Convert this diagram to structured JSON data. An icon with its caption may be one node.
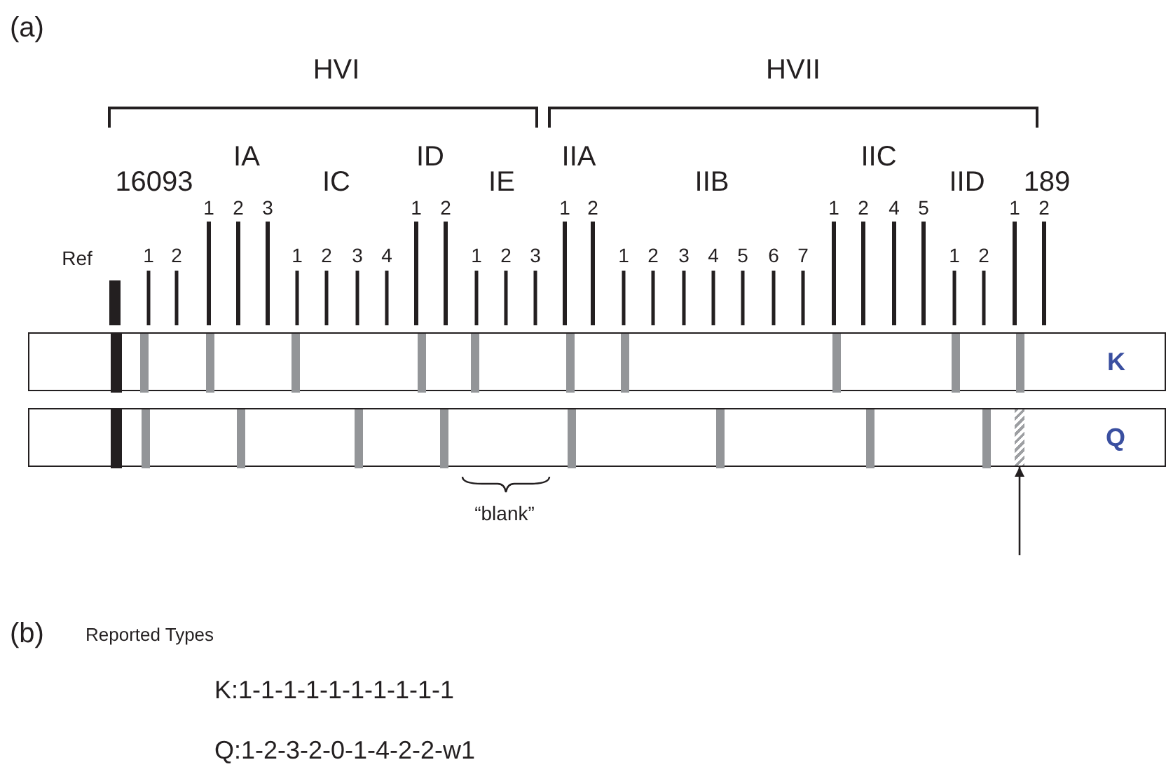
{
  "diagram": {
    "nodes": [
      {
        "text": [
          "K"
        ]
      },
      {
        "text": [
          "Q"
        ]
      },
      {
        "text": [],
        "shape": "bar",
        "in": 1
      }
    ],
    "edges": [
      {
        "from": null,
        "to": 2,
        "arrow": "to"
      }
    ],
    "labels": [
      "(a)",
      "HVI",
      "HVII",
      "16093",
      "IA",
      "IC",
      "ID",
      "IE",
      "IIA",
      "IIB",
      "IIC",
      "IID",
      "189",
      "1",
      "2",
      "3",
      "1",
      "2",
      "1",
      "2",
      "1",
      "2",
      "4",
      "5",
      "1",
      "2",
      "Ref",
      "1",
      "2",
      "1",
      "2",
      "3",
      "4",
      "1",
      "2",
      "3",
      "1",
      "2",
      "3",
      "4",
      "5",
      "6",
      "7",
      "1",
      "2",
      "“blank”",
      "(b)",
      "Reported Types",
      "K:1-1-1-1-1-1-1-1-1-1",
      "Q:1-2-3-2-0-1-4-2-2-w1"
    ]
  }
}
